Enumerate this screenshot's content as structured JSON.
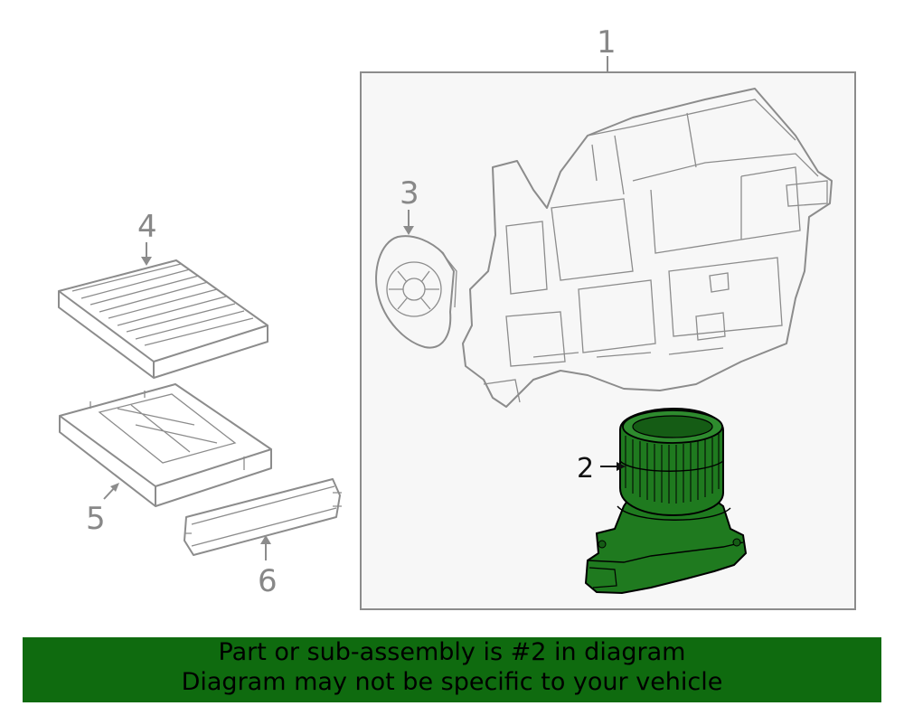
{
  "callouts": {
    "c1": "1",
    "c2": "2",
    "c3": "3",
    "c4": "4",
    "c5": "5",
    "c6": "6"
  },
  "banner": {
    "line1": "Part or sub-assembly is #2 in diagram",
    "line2": "Diagram may not be specific to your vehicle"
  },
  "colors": {
    "highlight": "#1f7a1f",
    "banner": "#0f6b0f",
    "outline": "#8c8c8c"
  }
}
